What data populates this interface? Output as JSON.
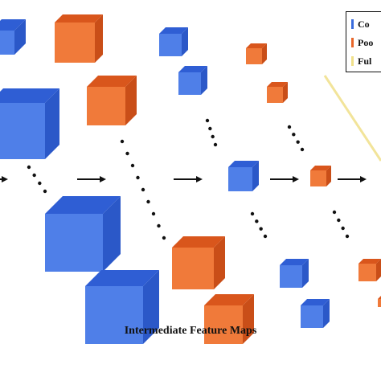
{
  "caption": "Intermediate Feature Maps",
  "legend": [
    {
      "label": "Co",
      "color": "#3a6bdc"
    },
    {
      "label": "Poo",
      "color": "#e8662a"
    },
    {
      "label": "Ful",
      "color": "#f0e08a"
    }
  ],
  "colors": {
    "conv_front": "#4f7fe8",
    "conv_top": "#2f5ed4",
    "conv_side": "#2b58c8",
    "pool_front": "#f07a3a",
    "pool_top": "#d9561c",
    "pool_side": "#c94e18",
    "fc_line": "#f2e49a",
    "arrow": "#111111"
  }
}
